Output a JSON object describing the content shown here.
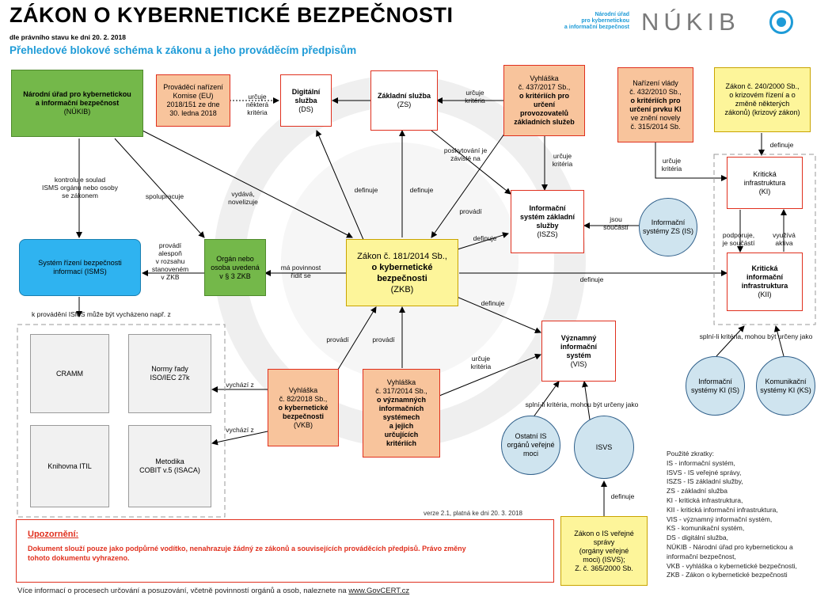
{
  "header": {
    "title": "ZÁKON O KYBERNETICKÉ BEZPEČNOSTI",
    "subtitle": "dle právního stavu ke dni 20. 2. 2018",
    "heading": "Přehledové blokové schéma k zákonu a jeho prováděcím předpisům",
    "agency_name_line1": "Národní úřad",
    "agency_name_line2": "pro kybernetickou",
    "agency_name_line3": "a informační bezpečnost",
    "logo_text": "NÚKIB"
  },
  "nodes": {
    "nukib": {
      "line1": "Národní úřad pro kybernetickou",
      "line2": "a informační bezpečnost",
      "line3": "(NÚKIB)"
    },
    "isms": {
      "line1": "Systém řízení bezpečnosti",
      "line2": "informací (ISMS)"
    },
    "organ": {
      "line1": "Orgán nebo",
      "line2": "osoba uvedená",
      "line3": "v § 3 ZKB"
    },
    "eu_reg": {
      "line1": "Prováděcí nařízení",
      "line2": "Komise (EU)",
      "line3": "2018/151 ze dne",
      "line4": "30. ledna 2018"
    },
    "ds": {
      "line1": "Digitální služba",
      "line2": "(DS)"
    },
    "zs": {
      "line1": "Základní služba",
      "line2": "(ZS)"
    },
    "vyhl437": {
      "line1": "Vyhláška",
      "line2": "č. 437/2017 Sb.,",
      "line3": "o kritériích pro",
      "line4": "určení",
      "line5": "provozovatelů",
      "line6": "základních služeb"
    },
    "nv432": {
      "line1": "Nařízení vlády",
      "line2": "č. 432/2010 Sb.,",
      "line3": "o kritériích pro",
      "line4": "určení prvku KI",
      "line5": "ve znění novely",
      "line6": "č. 315/2014 Sb."
    },
    "z240": {
      "line1": "Zákon č. 240/2000 Sb.,",
      "line2": "o krizovém řízení a o",
      "line3": "změně některých",
      "line4": "zákonů) (krizový zákon)"
    },
    "iszs": {
      "line1": "Informační",
      "line2": "systém základní",
      "line3": "služby",
      "line4": "(ISZS)"
    },
    "zs_is": {
      "line1": "Informační",
      "line2": "systémy ZS (IS)"
    },
    "ki": {
      "line1": "Kritická",
      "line2": "infrastruktura",
      "line3": "(KI)"
    },
    "kii": {
      "line1": "Kritická",
      "line2": "informační",
      "line3": "infrastruktura",
      "line4": "(KII)"
    },
    "zkb": {
      "line1": "Zákon č. 181/2014 Sb.,",
      "line2": "o kybernetické",
      "line3": "bezpečnosti",
      "line4": "(ZKB)"
    },
    "vis": {
      "line1": "Významný",
      "line2": "informační",
      "line3": "systém",
      "line4": "(VIS)"
    },
    "vkb": {
      "line1": "Vyhláška",
      "line2": "č. 82/2018 Sb.,",
      "line3": "o kybernetické",
      "line4": "bezpečnosti",
      "line5": "(VKB)"
    },
    "vyhl317": {
      "line1": "Vyhláška",
      "line2": "č. 317/2014 Sb.,",
      "line3": "o významných",
      "line4": "informačních",
      "line5": "systémech",
      "line6": "a jejich",
      "line7": "určujících",
      "line8": "kritériích"
    },
    "cramm": {
      "line1": "CRAMM"
    },
    "iso": {
      "line1": "Normy řady",
      "line2": "ISO/IEC 27k"
    },
    "itil": {
      "line1": "Knihovna ITIL"
    },
    "cobit": {
      "line1": "Metodika",
      "line2": "COBIT v.5 (ISACA)"
    },
    "ostatni": {
      "line1": "Ostatní IS",
      "line2": "orgánů veřejné",
      "line3": "moci"
    },
    "isvs": {
      "line1": "ISVS"
    },
    "ki_is": {
      "line1": "Informační",
      "line2": "systémy KI (IS)"
    },
    "ki_ks": {
      "line1": "Komunikační",
      "line2": "systémy KI (KS)"
    },
    "z365": {
      "line1": "Zákon o IS veřejné",
      "line2": "správy",
      "line3": "(orgány veřejné",
      "line4": "moci) (ISVS);",
      "line5": "Z. č. 365/2000 Sb."
    }
  },
  "edges": {
    "kontroluje_1": "kontroluje soulad",
    "kontroluje_2": "ISMS orgánu nebo osoby",
    "kontroluje_3": "se zákonem",
    "spolupracuje": "spolupracuje",
    "vydava_1": "vydává,",
    "vydava_2": "novelizuje",
    "urcuje_nektera_1": "určuje",
    "urcuje_nektera_2": "některá",
    "urcuje_nektera_3": "kritéria",
    "urcuje_kriteria_1": "určuje",
    "urcuje_kriteria_2": "kritéria",
    "poskytovani_1": "poskytování je",
    "poskytovani_2": "závislé na",
    "definuje": "definuje",
    "provadi": "provádí",
    "jsou_soucasti_1": "jsou",
    "jsou_soucasti_2": "součástí",
    "provadi_alespon_1": "provádí",
    "provadi_alespon_2": "alespoň",
    "provadi_alespon_3": "v rozsahu",
    "provadi_alespon_4": "stanoveném",
    "provadi_alespon_5": "v ZKB",
    "ma_povinnost_1": "má povinnost",
    "ma_povinnost_2": "řídit se",
    "podporuje_1": "podporuje,",
    "podporuje_2": "je součástí",
    "vyuziva_1": "využívá",
    "vyuziva_2": "aktiva",
    "splni_li_ki": "splní-li kritéria, mohou být určeny jako",
    "splni_li_vis": "splní-li kritéria, mohou být určeny jako",
    "k_provadeni": "k provádění ISMS může být vycházeno např. z",
    "vychazi_z": "vychází z"
  },
  "version": "verze 2.1, platná ke dni 20. 3. 2018",
  "notice": {
    "title": "Upozornění:",
    "text_line1": "Dokument slouží pouze jako podpůrné vodítko, nenahrazuje žádný ze zákonů a souvisejících prováděcích předpisů. Právo změny",
    "text_line2": "tohoto dokumentu vyhrazeno."
  },
  "footer": {
    "text": "Více informací o procesech určování a posuzování, včetně povinností orgánů a osob, naleznete na",
    "link": "www.GovCERT.cz"
  },
  "abbreviations": {
    "title": "Použité zkratky:",
    "items": [
      "IS - informační systém,",
      "ISVS - IS veřejné správy,",
      "ISZS - IS základní služby,",
      "ZS - základní služba",
      "KI - kritická infrastruktura,",
      "KII - kritická informační infrastruktura,",
      "VIS - významný informační systém,",
      "KS - komunikační systém,",
      "DS - digitální služba,",
      "NÚKIB - Národní úřad pro kybernetickou a",
      "informační bezpečnost,",
      "VKB - vyhláška o kybernetické bezpečnosti,",
      "ZKB - Zákon o kybernetické bezpečnosti"
    ]
  },
  "colors": {
    "green": "#74b84a",
    "orange": "#f8c49c",
    "red": "#e0301e",
    "yellow": "#fdf59a",
    "blue": "#2fb3f0",
    "title_blue": "#1e9bd7",
    "logo_gray": "#7a7a7a"
  }
}
